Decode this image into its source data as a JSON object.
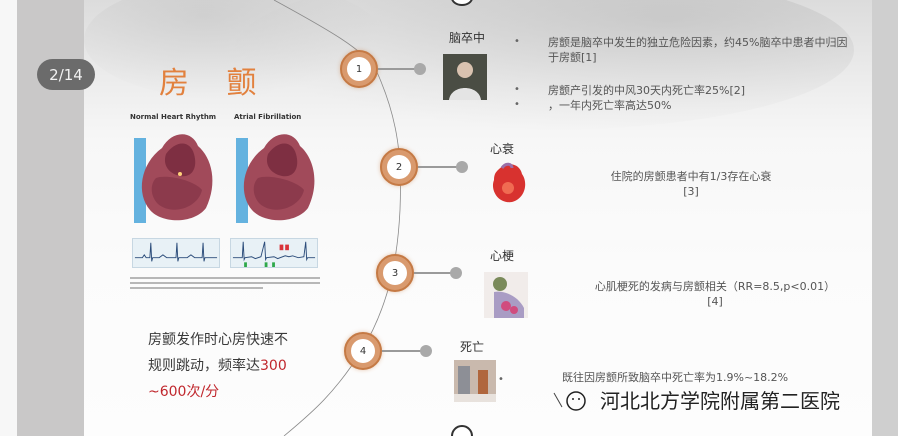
{
  "viewer": {
    "page_indicator": "2/14"
  },
  "slide": {
    "title": "房 颤",
    "heart_labels": [
      "Normal Heart Rhythm",
      "Atrial Fibrillation"
    ],
    "description": {
      "line1": "房颤发作时心房快速不",
      "line2_prefix": "规则跳动，频率达",
      "line2_red": "300",
      "line3_red": "~600次/分"
    },
    "timeline": [
      {
        "number": "1",
        "title": "脑卒中",
        "image": "stroke-patient-photo",
        "bullets": [
          "房颤是脑卒中发生的独立危险因素，约45%脑卒中患者中归因于房颤[1]",
          "房颤产引发的中风30天内死亡率25%[2]",
          "，一年内死亡率高达50%"
        ]
      },
      {
        "number": "2",
        "title": "心衰",
        "image": "heart-illustration",
        "text": "住院的房颤患者中有1/3存在心衰",
        "ref": "[3]"
      },
      {
        "number": "3",
        "title": "心梗",
        "image": "chest-pain-illustration",
        "text": "心肌梗死的发病与房颤相关（RR=8.5,p<0.01）",
        "ref": "[4]"
      },
      {
        "number": "4",
        "title": "死亡",
        "image": "hospital-photo",
        "text": "既往因房颤所致脑卒中死亡率为1.9%~18.2%"
      }
    ]
  },
  "watermark": {
    "text": "河北北方学院附属第二医院"
  },
  "colors": {
    "title_orange": "#e2813e",
    "node_orange": "#d99a6e",
    "highlight_red": "#c0272d",
    "page_indicator_bg": "#6b6b6b",
    "side_panel_gray": "#c9c8c8"
  }
}
